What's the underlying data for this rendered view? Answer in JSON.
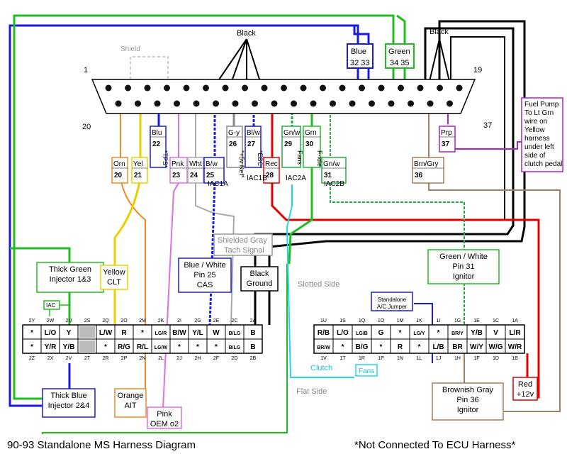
{
  "title": "90-93 Standalone MS Harness Diagram",
  "note": "*Not Connected To ECU Harness*",
  "labels": {
    "black_left": "Black",
    "black_right": "Black",
    "shield": "Shield",
    "pin1": "1",
    "pin19": "19",
    "pin20": "20",
    "pin37": "37",
    "shielded_gray": "Shielded Gray",
    "tach_signal": "Tach Signal",
    "slotted_side": "Slotted Side",
    "flat_side": "Flat Side",
    "clutch": "Clutch",
    "fans_box": "Fans",
    "iac1a": "IAC1A",
    "iac1b": "IAC1B",
    "iac2a": "IAC2A",
    "iac2b": "IAC2B",
    "iac_box": "IAC"
  },
  "wires_top": [
    {
      "name": "Orn",
      "pin": "20",
      "color": "#f08a24"
    },
    {
      "name": "Yel",
      "pin": "21",
      "color": "#e8d000"
    },
    {
      "name": "Blu",
      "pin": "22",
      "extra": "*TPS*",
      "color": "#1a1adc"
    },
    {
      "name": "Pnk",
      "pin": "23",
      "color": "#e070e0"
    },
    {
      "name": "Wht",
      "pin": "24",
      "color": "#aaaaaa"
    },
    {
      "name": "B/w",
      "pin": "25",
      "color": "#1a1adc"
    },
    {
      "name": "G-y",
      "pin": "26",
      "extra": "*+5v Ref*",
      "color": "#888888"
    },
    {
      "name": "Bl/w",
      "pin": "27",
      "extra": "*EBC*",
      "color": "#1a1adc"
    },
    {
      "name": "Rec",
      "pin": "28",
      "color": "#e00000"
    },
    {
      "name": "Gn/w",
      "pin": "29",
      "extra": "Fans",
      "color": "#22aa44"
    },
    {
      "name": "Grn",
      "pin": "30",
      "extra": "F-Idle",
      "color": "#22bb22"
    },
    {
      "name": "Gn/w",
      "pin": "31",
      "color": "#22aa44"
    },
    {
      "name": "Brn/Gry",
      "pin": "36",
      "color": "#a08060"
    },
    {
      "name": "Prp",
      "pin": "37",
      "color": "#aa22cc"
    }
  ],
  "boxes": {
    "blue_top": {
      "line1": "Blue",
      "line2": "32 33"
    },
    "green_top": {
      "line1": "Green",
      "line2": "34 35"
    },
    "fuel_pump": [
      "Fuel Pump",
      "To Lt Grn",
      "wire on",
      "Yellow",
      "harness",
      "under left",
      "side of",
      "clutch pedal"
    ],
    "thick_green": [
      "Thick Green",
      "Injector 1&3"
    ],
    "yellow_clt": [
      "Yellow",
      "CLT"
    ],
    "blue_white": [
      "Blue / White",
      "Pin 25",
      "CAS"
    ],
    "black_ground": [
      "Black",
      "Ground"
    ],
    "green_white": [
      "Green / White",
      "Pin 31",
      "Ignitor"
    ],
    "thick_blue": [
      "Thick Blue",
      "Injector 2&4"
    ],
    "orange_ait": [
      "Orange",
      "AIT"
    ],
    "pink_oem": [
      "Pink",
      "OEM o2"
    ],
    "brownish_gray": [
      "Brownish Gray",
      "Pin 36",
      "Ignitor"
    ],
    "red_12v": [
      "Red",
      "+12v"
    ],
    "standalone_ac": [
      "Standalone",
      "A/C Jumper"
    ]
  },
  "left_connector": {
    "top_pins": [
      "2Y",
      "2W",
      "2U",
      "2S",
      "2Q",
      "2O",
      "2M",
      "2K",
      "2I",
      "2G",
      "2E",
      "2C",
      "2A"
    ],
    "row1": [
      "*",
      "L/O",
      "Y",
      "",
      "L/W",
      "R",
      "*",
      "LG/R",
      "B/W",
      "Y/L",
      "W",
      "B/LG",
      "B"
    ],
    "row2": [
      "*",
      "Y/R",
      "Y/B",
      "",
      "*",
      "R/G",
      "R/L",
      "LG/W",
      "*",
      "*",
      "*",
      "B/LG",
      "B"
    ],
    "bottom_pins": [
      "2Z",
      "2X",
      "2V",
      "2T",
      "2R",
      "2P",
      "2N",
      "2L",
      "2J",
      "2H",
      "2F",
      "2D",
      "2B"
    ]
  },
  "right_connector": {
    "top_pins": [
      "1U",
      "1S",
      "1Q",
      "1O",
      "1M",
      "1K",
      "1I",
      "1G",
      "1E",
      "1C",
      "1A"
    ],
    "row1": [
      "R/B",
      "L/O",
      "LG/B",
      "G",
      "*",
      "LG/Y",
      "*",
      "BR/Y",
      "Y/B",
      "V",
      "L/R"
    ],
    "row2": [
      "BR/W",
      "*",
      "B/G",
      "*",
      "R",
      "*",
      "L/B",
      "BR",
      "W/Y",
      "W/G",
      "W/R"
    ],
    "bottom_pins": [
      "1V",
      "1T",
      "1R",
      "1P",
      "1N",
      "1L",
      "1J",
      "1H",
      "1F",
      "1D",
      "1B"
    ]
  },
  "colors": {
    "orange": "#f08a24",
    "yellow": "#e8d000",
    "blue": "#1a1adc",
    "pink": "#e070e0",
    "gray": "#999999",
    "red": "#e00000",
    "green": "#22bb22",
    "cyan": "#22d8e8",
    "brown": "#a08060",
    "purple": "#aa22cc",
    "black": "#000000"
  }
}
